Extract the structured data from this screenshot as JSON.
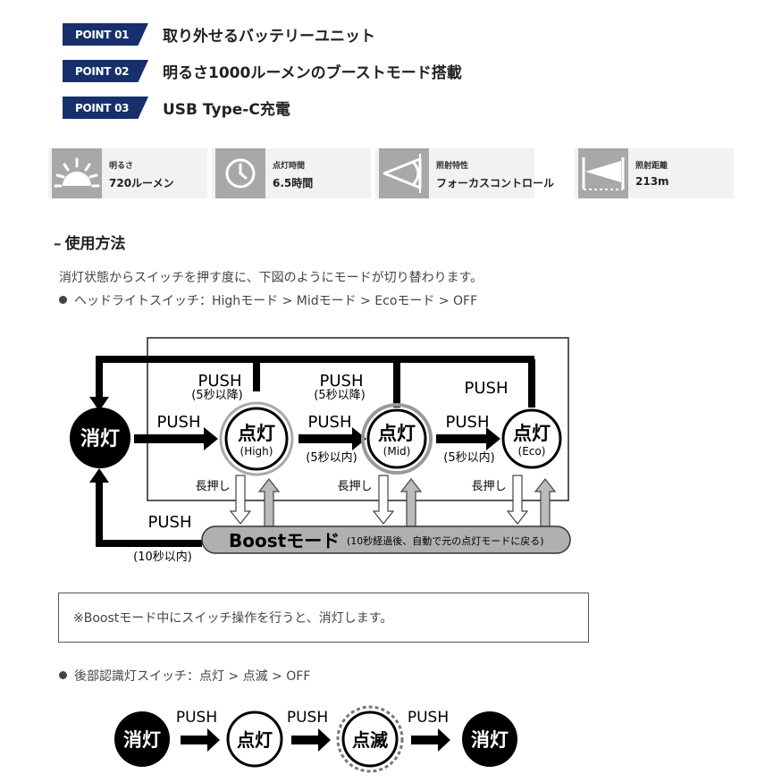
{
  "points": [
    {
      "badge": "POINT 01",
      "text": "取り外せるバッテリーユニット"
    },
    {
      "badge": "POINT 02",
      "text": "明るさ1000ルーメンのブーストモード搭載"
    },
    {
      "badge": "POINT 03",
      "text": "USB Type-C充電"
    }
  ],
  "specs": [
    {
      "icon": "brightness-icon",
      "label": "明るさ",
      "value": "720ルーメン"
    },
    {
      "icon": "clock-icon",
      "label": "点灯時間",
      "value": "6.5時間"
    },
    {
      "icon": "beam-focus-icon",
      "label": "照射特性",
      "value": "フォーカスコントロール"
    },
    {
      "icon": "distance-icon",
      "label": "照射距離",
      "value": "213m"
    }
  ],
  "usage": {
    "dash": "–",
    "heading": "使用方法",
    "intro": "消灯状態からスイッチを押す度に、下図のようにモードが切り替わります。",
    "headlight_line": "ヘッドライトスイッチ：Highモード > Midモード > Ecoモード > OFF",
    "note": "※Boostモード中にスイッチ操作を行うと、消灯します。",
    "rear_line": "後部認識灯スイッチ：点灯 > 点滅 > OFF"
  },
  "diagram": {
    "off": "消灯",
    "on": "点灯",
    "push": "PUSH",
    "push_5s": "(5秒以降)",
    "push_under_5s": "(5秒以内)",
    "push_under_10s": "(10秒以内)",
    "long_press": "長押し",
    "high": "(High)",
    "mid": "(Mid)",
    "eco": "(Eco)",
    "boost_name": "Boostモード",
    "boost_desc": "(10秒経過後、自動で元の点灯モードに戻る)"
  },
  "rear_diagram": {
    "off": "消灯",
    "on": "点灯",
    "blink": "点滅",
    "push": "PUSH"
  },
  "colors": {
    "badge": "#17306b",
    "icon_bg": "#a8a8a8",
    "spec_bg": "#f2f2f2",
    "boost_pill": "#b0b0b0",
    "dark": "#000000"
  }
}
